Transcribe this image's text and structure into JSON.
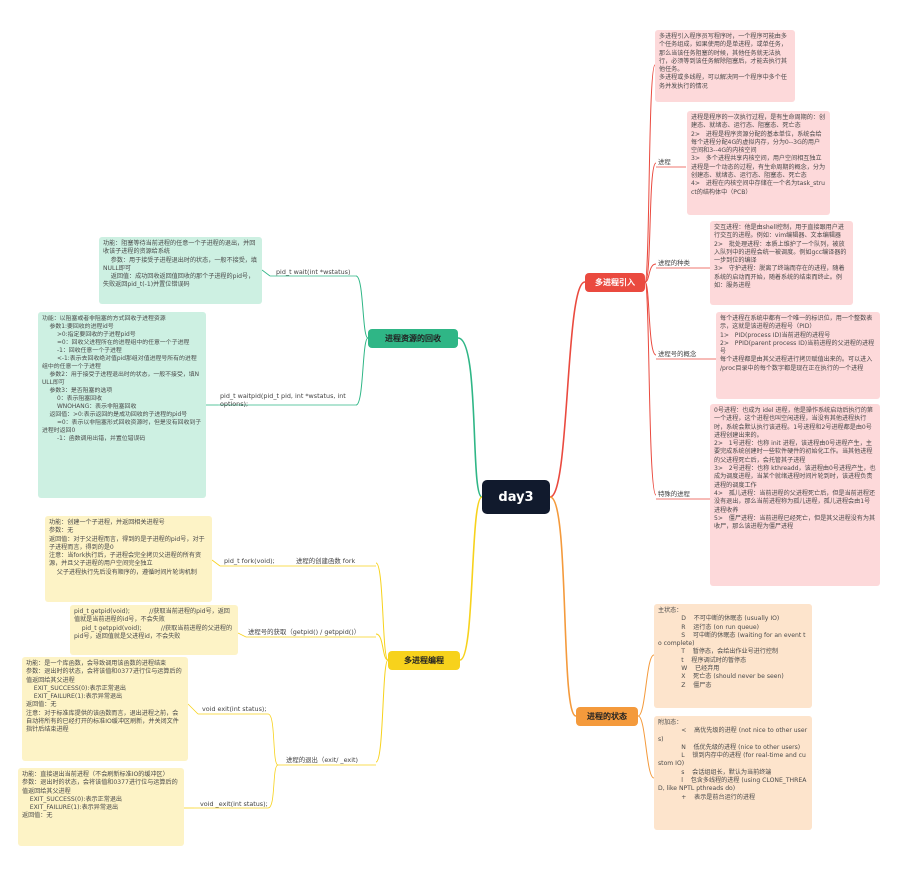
{
  "central": "day3",
  "branches": {
    "intro": "多进程引入",
    "recycle": "进程资源的回收",
    "programming": "多进程编程",
    "state": "进程的状态"
  },
  "intro": {
    "overview": "多进程引入程序员写程序时，一个程序可能由多个任务组成，如果使用的是单进程，或单任务，那么当该任务阻塞的时候，其他任务就无法执行，必须等到该任务解除阻塞后，才能去执行其他任务。\n多进程或多线程，可以解决同一个程序中多个任务并发执行的情况",
    "process_label": "进程",
    "process_text": "进程是程序的一次执行过程，是有生命周期的：创建态、就绪态、运行态、阻塞态、死亡态\n2>   进程是程序资源分配的基本单位，系统会给每个进程分配4G的虚拟内存，分为0--3G的用户空间和3--4G的内核空间\n3>   多个进程共享内核空间，用户空间相互独立进程是一个动态的过程，有生命周期的概念，分为创建态、就绪态、运行态、阻塞态、死亡态\n4>   进程在内核空间中存储在一个名为task_struct的结构体中（PCB）",
    "kinds_label": "进程的种类",
    "kinds_text": "交互进程：他是由shell控制，用于直接跟用户进行交互的进程。例如：vim编辑器、文本编辑器\n2>   批处理进程：本质上维护了一个队列，被放入队列中的进程会统一被调度。例如gcc编译器的一步到位的编译\n3>   守护进程：脱离了终端而存在的进程，随着系统的启动而开始，随着系统的结束而终止。例如：服务进程",
    "pid_label": "进程号的概念",
    "pid_text": "每个进程在系统中都有一个唯一的标识位，用一个整数表示，这就是该进程的进程号（PID）\n1>   PID(process ID)当前进程的进程号\n2>   PPID(parent process ID)当前进程的父进程的进程号\n每个进程都是由其父进程进行拷贝赋值出来的。可以进入 /proc目录中的每个数字都是现在正在执行的一个进程",
    "special_label": "特殊的进程",
    "special_text": "0号进程：也成为 idel 进程，他是操作系统启动后执行的第一个进程，这个进程也叫空闲进程，当没有其他进程执行时，系统会默认执行该进程。1号进程和2号进程都是由0号进程创建出来的。\n2>   1号进程：也称 init 进程，该进程由0号进程产生，主要完成系统创建时一些软件硬件的初始化工作。当其他进程的父进程死亡后，会托管其子进程\n3>   2号进程：也称 kthreadd，该进程由0号进程产生，也成为调度进程，当某个就绪进程时间片轮到时，该进程负责进程的调度工作\n4>   孤儿进程：当前进程的父进程死亡后，但是当前进程还没有退出，那么当前进程称为孤儿进程，孤儿进程会由1号进程收养\n5>   僵尸进程：当前进程已经死亡，但是其父进程没有为其收尸，那么该进程为僵尸进程"
  },
  "recycle": {
    "wait_label": "pid_t wait(int *wstatus)",
    "wait_text": "功能：阻塞等待当前进程的任意一个子进程的退出，并回收该子进程的资源给系统\n    参数：用于接受子进程退出时的状态，一般不接受，填NULL即可\n    返回值：成功回收返回值回收的那个子进程的pid号，失败返回pid_t(-1)并置位错误码",
    "waitpid_label": "pid_t waitpid(pid_t pid, int *wstatus, int options);",
    "waitpid_text": "功能：以阻塞或者非阻塞的方式回收子进程资源\n    参数1:要回收的进程id号\n        >0:指定要回收的子进程pid号\n        =0：回收父进程所在的进程组中的任意一个子进程\n        -1：回收任意一个子进程\n        <-1:表示去回收绝对值pid那组对值进程号所有的进程组中的任意一个子进程\n    参数2：用于接受子进程退出时的状态，一般不接受，填NULL即可\n    参数3：是否阻塞的选项\n        0：表示阻塞回收\n        WNOHANG：表示非阻塞回收\n    返回值：>0:表示返回的是成功回收的子进程的pid号\n        =0：表示以非阻塞形式回收资源时，但是没有回收到子进程时返回0\n        -1：函数调用出错，并置位错误码"
  },
  "programming": {
    "create_label": "进程的创建函数 fork",
    "fork_label": "pid_t fork(void);",
    "fork_text": "功能：创建一个子进程，并返回相关进程号\n参数：无\n返回值：对于父进程而言，得到的是子进程的pid号，对于子进程而言，得到的是0\n注意：当fork执行后，子进程会完全拷贝父进程的所有资源，并且父子进程的用户空间完全独立\n    父子进程执行先后没有顺序的，遵循时间片轮询机制",
    "getpid_label": "进程号的获取（getpid() / getppid()）",
    "getpid_text": "pid_t getpid(void);          //获取当前进程的pid号，返回值就是当前进程的id号，不会失败\n    pid_t getppid(void);          //获取当前进程的父进程的pid号，返回值就是父进程id，不会失败",
    "exit_group_label": "进程的退出（exit/ _exit)",
    "exit_label": "void exit(int status);",
    "exit_text": "功能：是一个库函数，会导致调用该函数的进程结束\n参数：退出时的状态，会将该值和0377进行位与运算后的值返回给其父进程\n    EXIT_SUCCESS(0):表示正常退出\n    EXIT_FAILURE(1):表示异常退出\n返回值：无\n注意：对于标准库提供的该函数而言，退出进程之前，会自动将所有的已经打开的标准IO缓冲区刷新，并关闭文件指针后结束进程",
    "_exit_label": "void _exit(int status);",
    "_exit_text": "功能：直接退出当前进程（不会刷新标准IO的缓冲区）\n参数：退出时的状态，会将该值和0377进行位与运算后的值返回给其父进程\n    EXIT_SUCCESS(0):表示正常退出\n    EXIT_FAILURE(1):表示异常退出\n返回值：无"
  },
  "state": {
    "main_text": "主状态：\n            D    不可中断的休眠态 (usually IO)\n            R    运行态 (on run queue)\n            S    可中断的休眠态 (waiting for an event to complete)\n            T    暂停态，会给出作业号进行控制\n            t    程序调试时的暂停态\n            W    已经弃用\n            X    死亡态 (should never be seen)\n            Z    僵尸态",
    "extra_text": "附加态：\n            <    高优先级的进程 (not nice to other users)\n            N    低优先级的进程 (nice to other users)\n            L    锁到内存中的进程 (for real-time and custom IO)\n            s    会话组组长，默认为当前终端\n            l    包含多线程的进程 (using CLONE_THREAD, like NPTL pthreads do)\n            +    表示是前台运行的进程"
  },
  "colors": {
    "red": "#ea4a3f",
    "green": "#2fb686",
    "yellow": "#f7d21c",
    "orange": "#f49a3c",
    "central": "#111a2d"
  }
}
